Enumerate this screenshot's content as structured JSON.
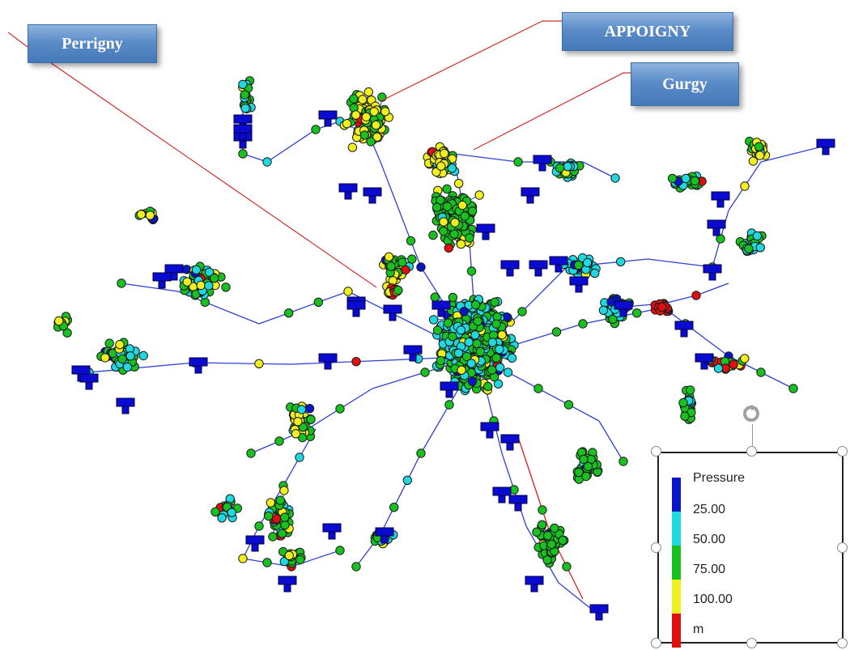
{
  "places": [
    {
      "name": "Perrigny"
    },
    {
      "name": "APPOIGNY"
    },
    {
      "name": "Gurgy"
    }
  ],
  "legend": {
    "title": "Pressure",
    "breaks": [
      "25.00",
      "50.00",
      "75.00",
      "100.00"
    ],
    "unit": "m",
    "colors": [
      "#0a14c8",
      "#20d8e0",
      "#18c020",
      "#f0f020",
      "#e01010"
    ]
  },
  "network_colors": {
    "pipe": "#3040d0",
    "pipe_high": "#e02020",
    "callout_line": "#d03030"
  }
}
